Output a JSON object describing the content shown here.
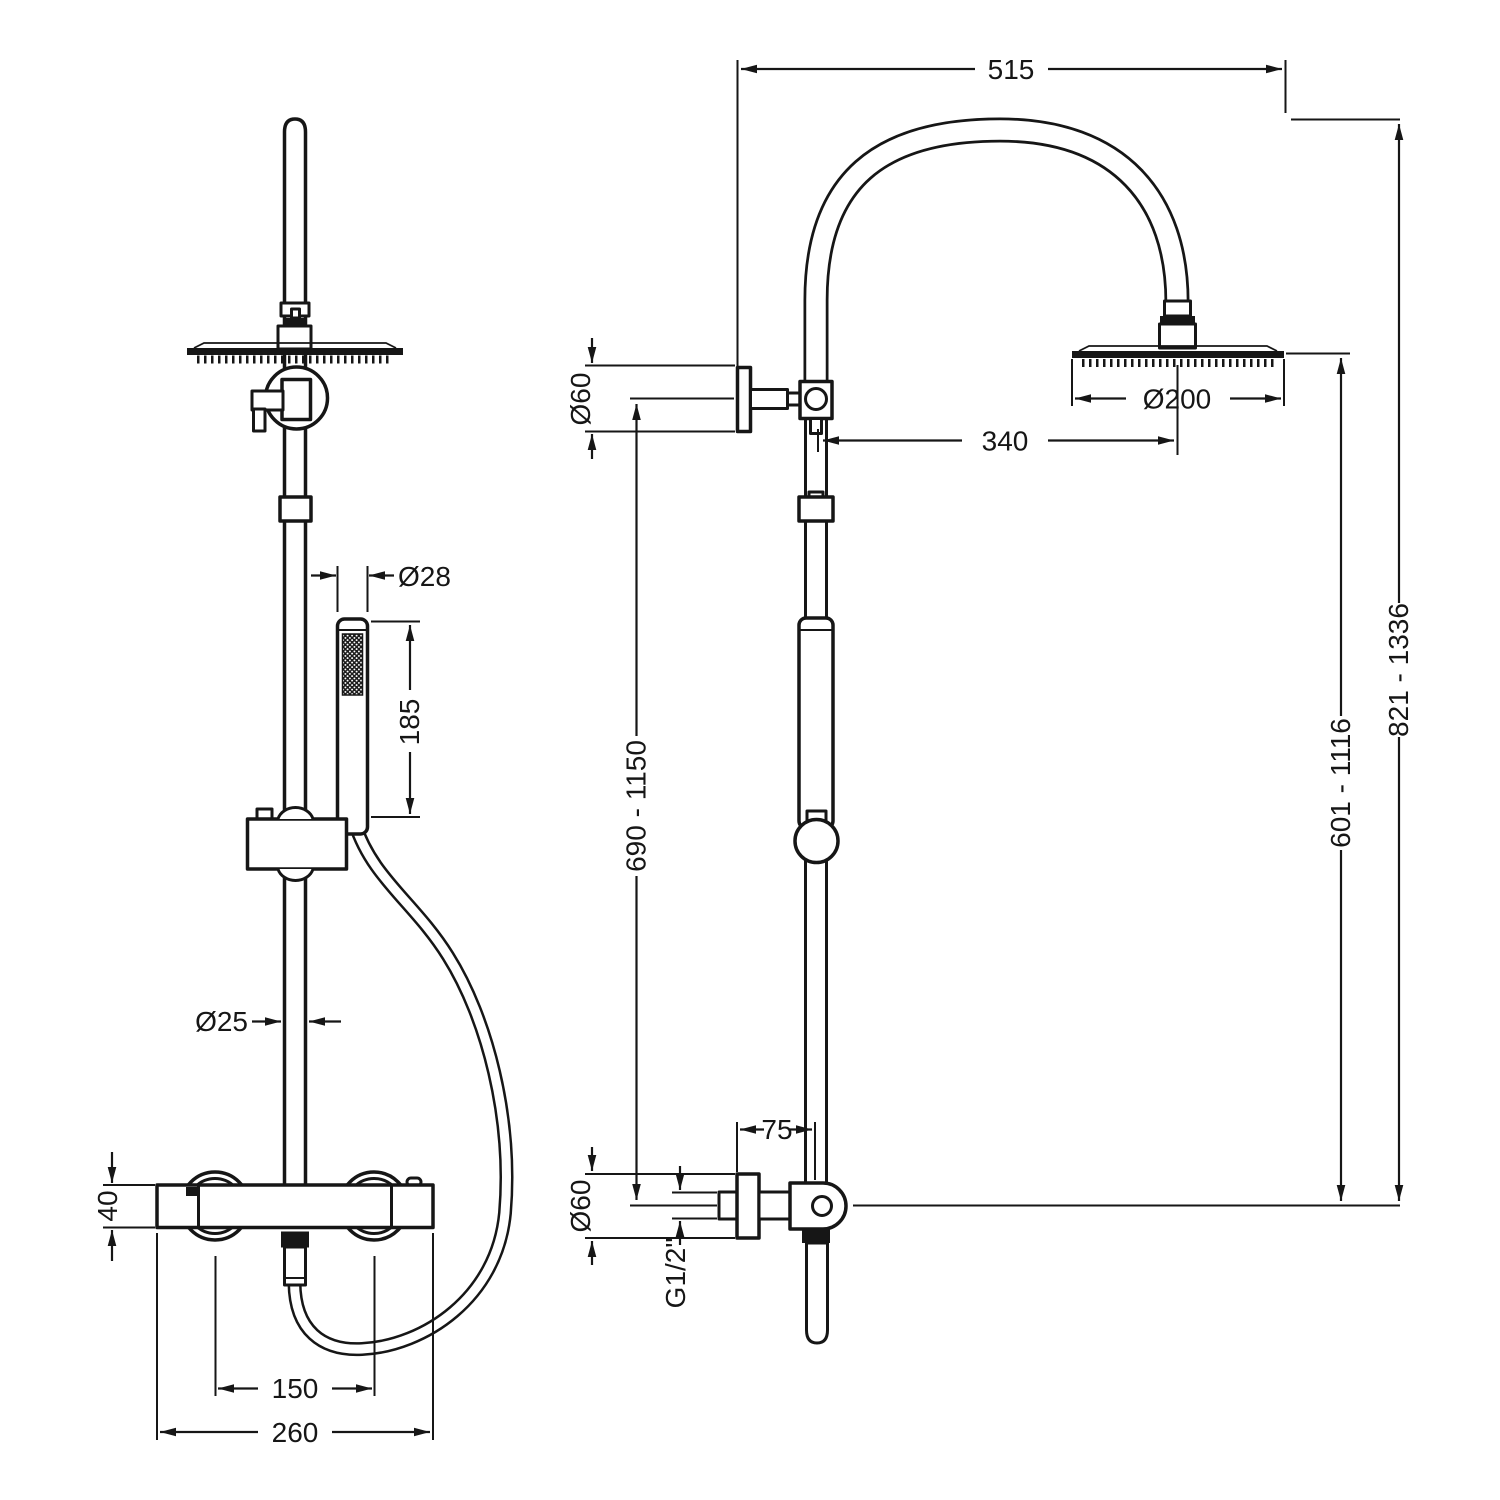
{
  "title": "Thermostatic rigid riser shower technical drawing",
  "colors": {
    "line": "#161616",
    "background": "#ffffff"
  },
  "views": {
    "front": {
      "dims": {
        "handset_diameter": "Ø28",
        "handset_length": "185",
        "riser_diameter": "Ø25",
        "valve_body_height": "40",
        "inlet_centres": "150",
        "valve_body_width": "260"
      }
    },
    "side": {
      "dims": {
        "top_projection": "515",
        "head_diameter": "Ø200",
        "head_reach": "340",
        "top_bracket_diameter": "Ø60",
        "bracket_height_range": "690 - 1150",
        "head_height_range": "601 - 1116",
        "overall_height_range": "821 - 1336",
        "wall_offset": "75",
        "bottom_bracket_diameter": "Ø60",
        "inlet_thread": "G1/2\""
      }
    }
  }
}
